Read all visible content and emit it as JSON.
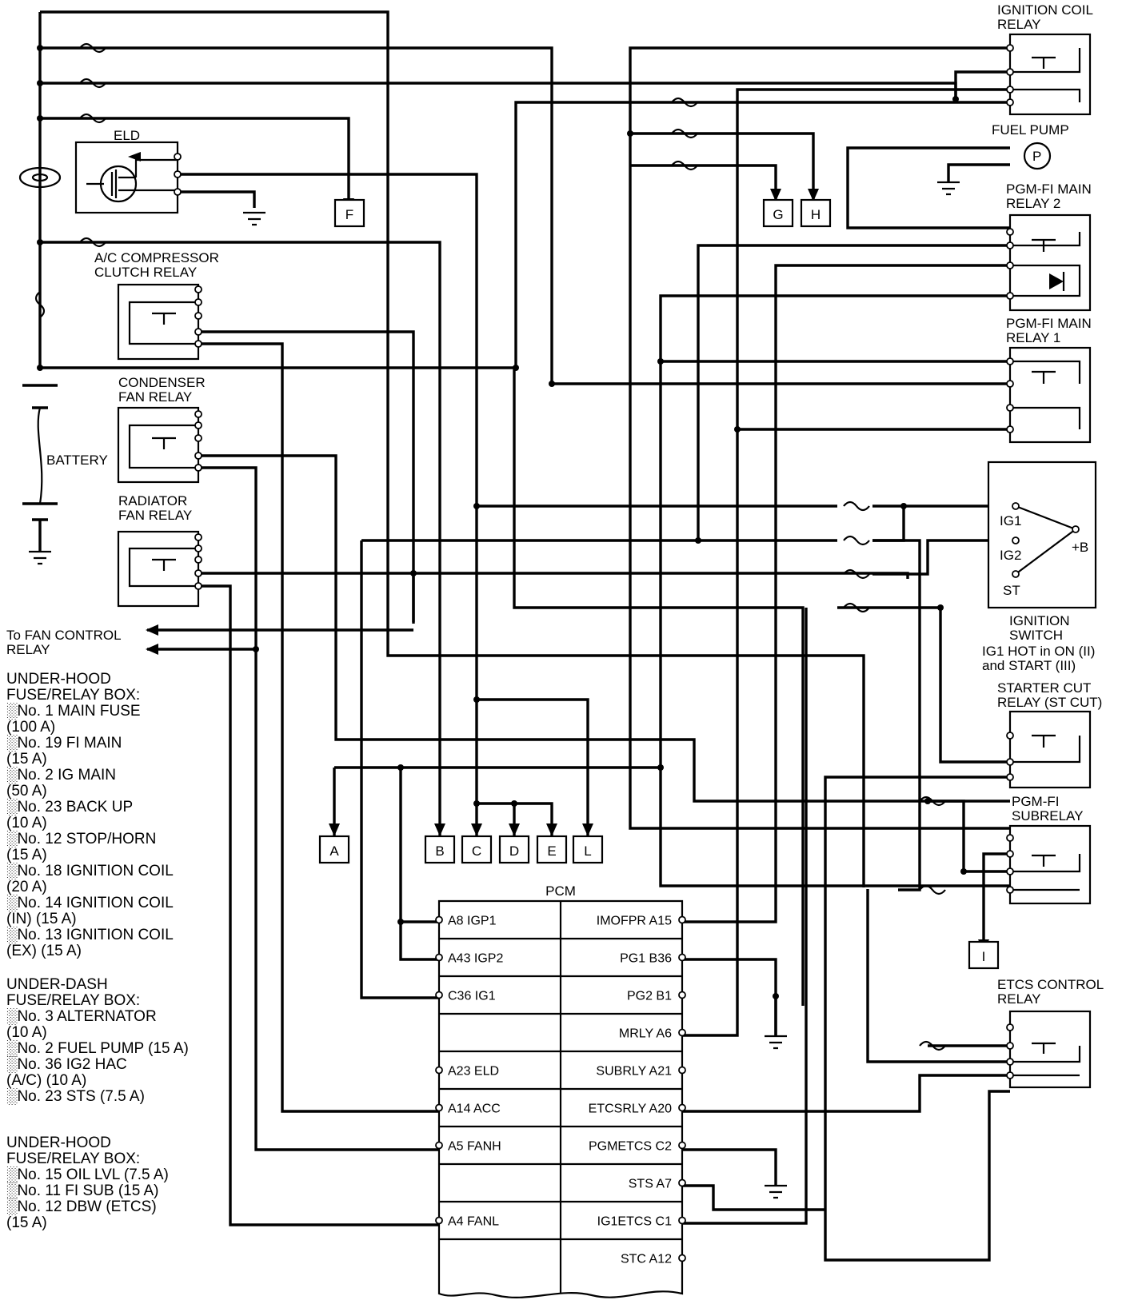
{
  "components": {
    "ignition_coil_relay": "IGNITION COIL\nRELAY",
    "fuel_pump": "FUEL PUMP",
    "fuel_pump_symbol": "P",
    "pgm_fi_main_relay_2": "PGM-FI MAIN\nRELAY 2",
    "pgm_fi_main_relay_1": "PGM-FI MAIN\nRELAY 1",
    "eld": "ELD",
    "ac_compressor_clutch_relay": "A/C COMPRESSOR\nCLUTCH RELAY",
    "condenser_fan_relay": "CONDENSER\nFAN RELAY",
    "radiator_fan_relay": "RADIATOR\nFAN RELAY",
    "battery": "BATTERY",
    "to_fan_control_relay": "To FAN CONTROL\nRELAY",
    "ignition_switch": "IGNITION\nSWITCH",
    "ignition_switch_note": "IG1 HOT in ON (II)\nand START (III)",
    "ig1": "IG1",
    "ig2": "IG2",
    "st": "ST",
    "plus_b": "+B",
    "starter_cut_relay": "STARTER CUT\nRELAY (ST CUT)",
    "pgm_fi_subrelay": "PGM-FI\nSUBRELAY",
    "etcs_control_relay": "ETCS CONTROL\nRELAY",
    "pcm": "PCM"
  },
  "connectors": [
    "F",
    "G",
    "H",
    "A",
    "B",
    "C",
    "D",
    "E",
    "L",
    "I"
  ],
  "pcm_pins": {
    "left": [
      "A8 IGP1",
      "A43 IGP2",
      "C36 IG1",
      "",
      "A23 ELD",
      "A14 ACC",
      "A5 FANH",
      "",
      "A4 FANL"
    ],
    "right": [
      "IMOFPR A15",
      "PG1 B36",
      "PG2 B1",
      "MRLY A6",
      "SUBRLY A21",
      "ETCSRLY A20",
      "PGMETCS C2",
      "STS A7",
      "IG1ETCS C1",
      "STC A12"
    ]
  },
  "legend": {
    "underhood_1": "UNDER-HOOD\nFUSE/RELAY BOX:\n░No. 1 MAIN FUSE\n(100 A)\n░No. 19 FI MAIN\n(15 A)\n░No. 2 IG MAIN\n(50 A)\n░No. 23 BACK UP\n(10 A)\n░No. 12 STOP/HORN\n(15 A)\n░No. 18 IGNITION COIL\n(20 A)\n░No. 14 IGNITION COIL\n(IN) (15 A)\n░No. 13 IGNITION COIL\n(EX) (15 A)",
    "underdash": "UNDER-DASH\nFUSE/RELAY BOX:\n░No. 3 ALTERNATOR\n(10 A)\n░No. 2 FUEL PUMP (15 A)\n░No. 36 IG2 HAC\n(A/C) (10 A)\n░No. 23 STS (7.5 A)",
    "underhood_2": "UNDER-HOOD\nFUSE/RELAY BOX:\n░No. 15 OIL LVL (7.5 A)\n░No. 11 FI SUB (15 A)\n░No. 12 DBW (ETCS)\n(15 A)"
  }
}
